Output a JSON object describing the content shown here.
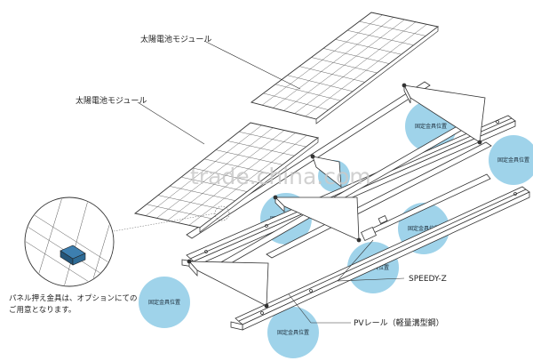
{
  "labels": {
    "module_top": "太陽電池モジュール",
    "module_mid": "太陽電池モジュール",
    "speedy": "SPEEDY-Z",
    "pv_rail": "PVレール（軽量溝型鋼）",
    "note_line1": "パネル押え金具は、オプションにての",
    "note_line2": "ご用意となります。"
  },
  "fixing_position": "固定金具位置",
  "watermark": "trade.china.com",
  "colors": {
    "circle": "#9fd3ea",
    "line": "#333333",
    "panel_fill": "#ffffff"
  }
}
